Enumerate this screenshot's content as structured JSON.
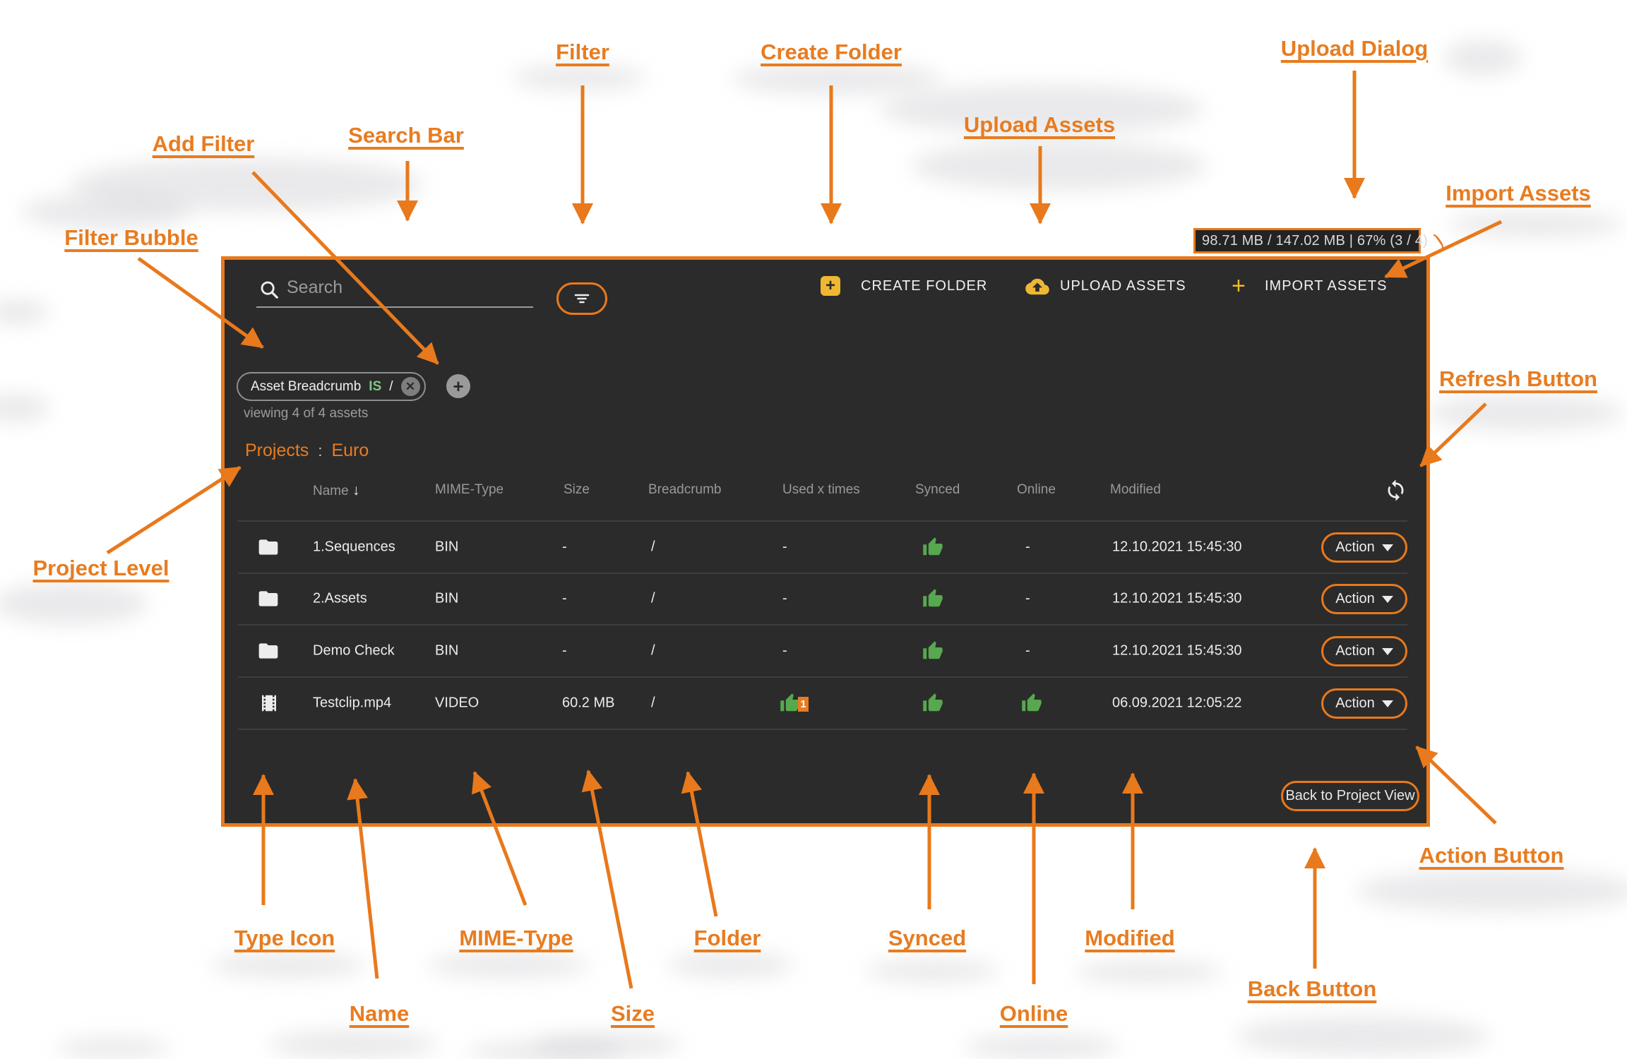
{
  "colors": {
    "accent_orange": "#E87C20",
    "panel_border": "#E8791C",
    "panel_bg": "#2B2B2B",
    "amber": "#EFB832",
    "green": "#57A84F"
  },
  "annotations": {
    "filter": "Filter",
    "create_folder": "Create Folder",
    "upload_dialog": "Upload Dialog",
    "add_filter": "Add Filter",
    "search_bar": "Search Bar",
    "upload_assets": "Upload Assets",
    "import_assets": "Import Assets",
    "filter_bubble": "Filter Bubble",
    "refresh_button": "Refresh Button",
    "project_level": "Project Level",
    "type_icon": "Type Icon",
    "name": "Name",
    "mime_type": "MIME-Type",
    "size": "Size",
    "folder": "Folder",
    "synced": "Synced",
    "online": "Online",
    "modified": "Modified",
    "back_button": "Back Button",
    "action_button": "Action Button"
  },
  "app": {
    "storage_badge": "98.71 MB / 147.02 MB | 67% (3 / 4)",
    "search": {
      "placeholder": "Search"
    },
    "toolbar": {
      "create_folder": "CREATE FOLDER",
      "upload_assets": "UPLOAD ASSETS",
      "import_assets": "IMPORT ASSETS",
      "create_folder_icon": "add-box-icon",
      "upload_assets_icon": "cloud-upload-icon",
      "import_assets_icon": "plus-icon"
    },
    "filter_chip": {
      "field": "Asset Breadcrumb",
      "operator": "IS",
      "value": "/"
    },
    "viewing_text": "viewing 4 of 4 assets",
    "breadcrumb": {
      "root": "Projects",
      "separator": ":",
      "current": "Euro"
    },
    "table": {
      "headers": [
        "Name",
        "MIME-Type",
        "Size",
        "Breadcrumb",
        "Used x times",
        "Synced",
        "Online",
        "Modified"
      ],
      "sort": {
        "column": "Name",
        "direction": "descending",
        "glyph": "↓"
      },
      "action_label": "Action",
      "rows": [
        {
          "type_icon": "folder-icon",
          "name": "1.Sequences",
          "mime": "BIN",
          "size": "-",
          "breadcrumb": "/",
          "used": "-",
          "synced": "thumbs-up",
          "online": "-",
          "modified": "12.10.2021 15:45:30"
        },
        {
          "type_icon": "folder-icon",
          "name": "2.Assets",
          "mime": "BIN",
          "size": "-",
          "breadcrumb": "/",
          "used": "-",
          "synced": "thumbs-up",
          "online": "-",
          "modified": "12.10.2021 15:45:30"
        },
        {
          "type_icon": "folder-icon",
          "name": "Demo Check",
          "mime": "BIN",
          "size": "-",
          "breadcrumb": "/",
          "used": "-",
          "synced": "thumbs-up",
          "online": "-",
          "modified": "12.10.2021 15:45:30"
        },
        {
          "type_icon": "film-icon",
          "name": "Testclip.mp4",
          "mime": "VIDEO",
          "size": "60.2 MB",
          "breadcrumb": "/",
          "used": "thumbs-up",
          "used_count": "1",
          "synced": "thumbs-up",
          "online": "thumbs-up",
          "modified": "06.09.2021 12:05:22"
        }
      ]
    },
    "back_button": "Back to Project View"
  }
}
